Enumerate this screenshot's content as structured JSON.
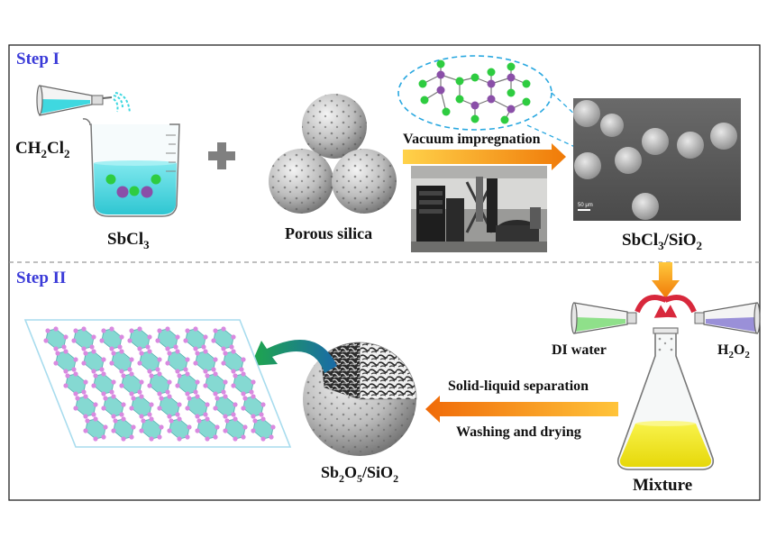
{
  "steps": {
    "step1": "Step I",
    "step2": "Step II"
  },
  "labels": {
    "ch2cl2": {
      "a": "CH",
      "s1": "2",
      "b": "Cl",
      "s2": "2"
    },
    "sbcl3": {
      "a": "SbCl",
      "s1": "3"
    },
    "porous_silica": "Porous silica",
    "vacuum_impregnation": "Vacuum impregnation",
    "sbcl3_sio2": {
      "a": "SbCl",
      "s1": "3",
      "b": "/SiO",
      "s2": "2"
    },
    "di_water": "DI water",
    "h2o2": {
      "a": "H",
      "s1": "2",
      "b": "O",
      "s2": "2"
    },
    "mixture": "Mixture",
    "solid_liquid": "Solid-liquid separation",
    "washing": "Washing and drying",
    "sb2o5_sio2": {
      "a": "Sb",
      "s1": "2",
      "b": "O",
      "s2": "5",
      "c": "/SiO",
      "s3": "2"
    },
    "scale_bar": "50 μm"
  },
  "colors": {
    "step_label": "#3a3ad8",
    "arrow_orange": "#f0900a",
    "solution_cyan": "#3fd8e0",
    "chlorine_green": "#2ecc40",
    "antimony_purple": "#8a4fa8",
    "curve_red": "#d8283c",
    "curve_green": "#1fa84a",
    "mixture_yellow": "#f2ea1a",
    "crystal_cyan": "#7fd8d0",
    "oxygen_pink": "#d98ae0"
  }
}
